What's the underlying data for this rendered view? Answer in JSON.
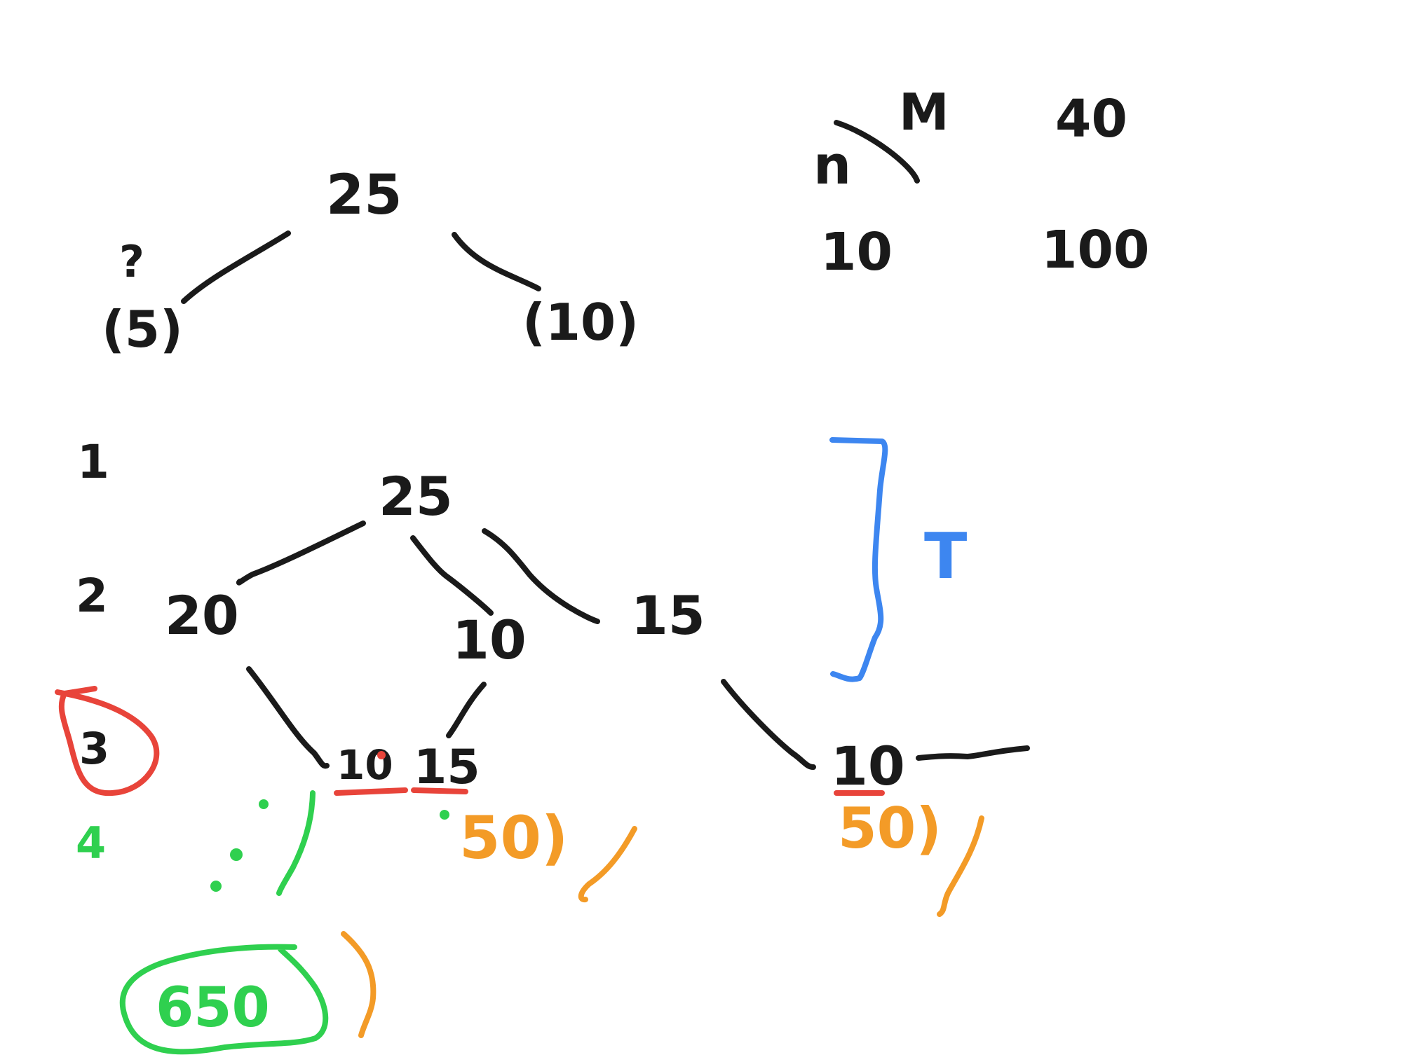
{
  "colors": {
    "ink": "#1a1a1a",
    "red": "#e8443a",
    "green": "#2fd04f",
    "orange": "#f39b27",
    "blue": "#3d86f0",
    "background": "#ffffff"
  },
  "top_tree": {
    "root": "25",
    "left_child": "(5)",
    "left_child_mark": "?",
    "right_child": "(10)"
  },
  "top_right_notes": {
    "n_label": "n",
    "m_label": "M",
    "n_value": "10",
    "m_value_a": "40",
    "m_value_b": "100"
  },
  "side_numbers": [
    "1",
    "2",
    "3",
    "4"
  ],
  "bottom_tree": {
    "root": "25",
    "level1": [
      "20",
      "10",
      "15"
    ],
    "level2": [
      "10",
      "15",
      "10"
    ]
  },
  "annotations": {
    "orange_a": "50)",
    "orange_b": "50)",
    "green_total": "650",
    "blue_label": "T"
  }
}
